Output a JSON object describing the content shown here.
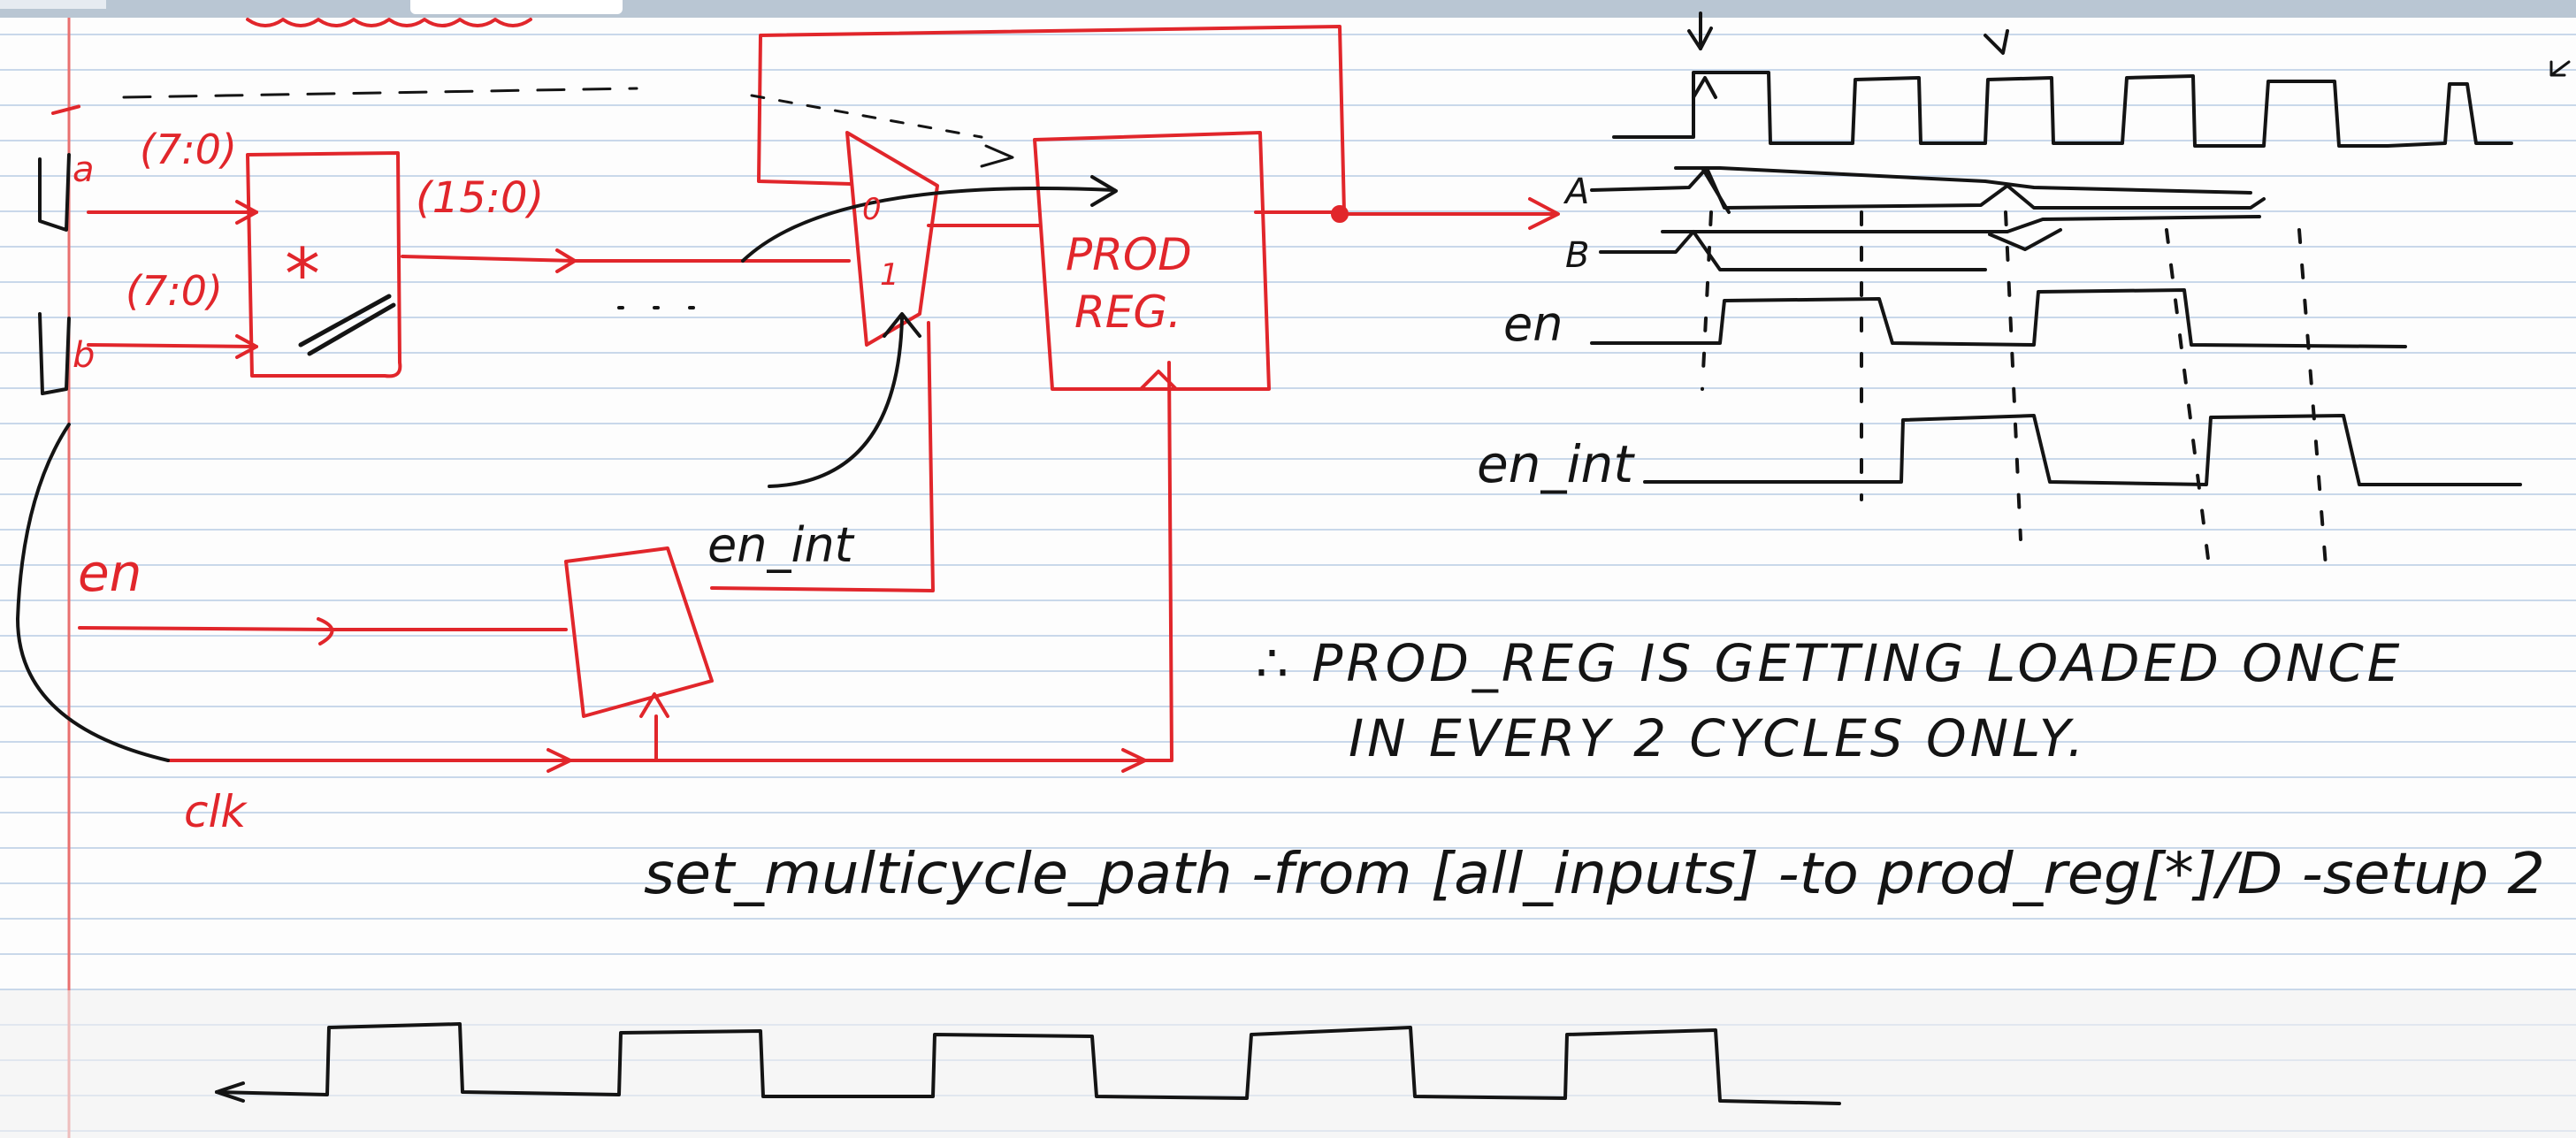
{
  "colors": {
    "ink_red": "#e1262b",
    "ink_black": "#141414",
    "rule_line": "#c9d8ea",
    "margin_line": "#e9706f",
    "top_bar": "#b9c6d3"
  },
  "circuit": {
    "input_a": "a",
    "input_b": "b",
    "bus_a": "(7:0)",
    "bus_b": "(7:0)",
    "multiplier_symbol": "*",
    "product_bus": "(15:0)",
    "mux_zero": "0",
    "mux_one": "1",
    "prod_reg_line1": "PROD",
    "prod_reg_line2": "REG.",
    "en_label": "en",
    "en_int_label": "en_int",
    "clk_label": "clk"
  },
  "timing": {
    "sig_a": "A",
    "sig_b": "B",
    "sig_en": "en",
    "sig_en_int": "en_int"
  },
  "notes": {
    "line1": "∴ PROD_REG IS GETTING LOADED ONCE",
    "line2": "IN EVERY   2 CYCLES ONLY.",
    "command": "set_multicycle_path -from [all_inputs] -to prod_reg[*]/D -setup 2"
  }
}
